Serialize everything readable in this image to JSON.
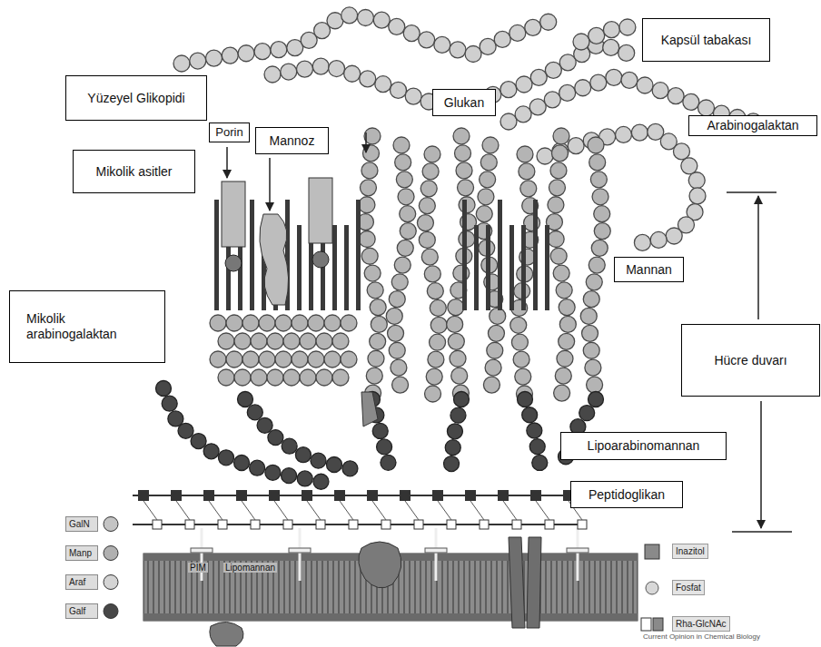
{
  "diagram": {
    "nodes": [
      {
        "text": [
          "Kapsül tabakası"
        ]
      },
      {
        "text": [
          "Yüzeyel Glikopidi"
        ]
      },
      {
        "text": [
          "Glukan"
        ]
      },
      {
        "text": [
          "Arabinogalaktan"
        ]
      },
      {
        "text": [
          "Porin"
        ]
      },
      {
        "text": [
          "Mannoz"
        ]
      },
      {
        "text": [
          "Mikolik asitler"
        ]
      },
      {
        "text": [
          "Mannan"
        ]
      },
      {
        "text": [
          "Mikolik arabinogalaktan"
        ]
      },
      {
        "text": [
          "Hücre duvarı"
        ]
      },
      {
        "text": [
          "Lipoarabinomannan"
        ]
      },
      {
        "text": [
          "Peptidoglikan"
        ]
      }
    ],
    "labels": [
      "PIM",
      "Lipomannan",
      "Current Opinion in Chemical Biology"
    ],
    "legend": [
      {
        "text": "GalN"
      },
      {
        "text": "Manp"
      },
      {
        "text": "Araf"
      },
      {
        "text": "Galf"
      },
      {
        "text": "Inazitol"
      },
      {
        "text": "Fosfat"
      },
      {
        "text": "Rha-GlcNAc"
      }
    ]
  }
}
